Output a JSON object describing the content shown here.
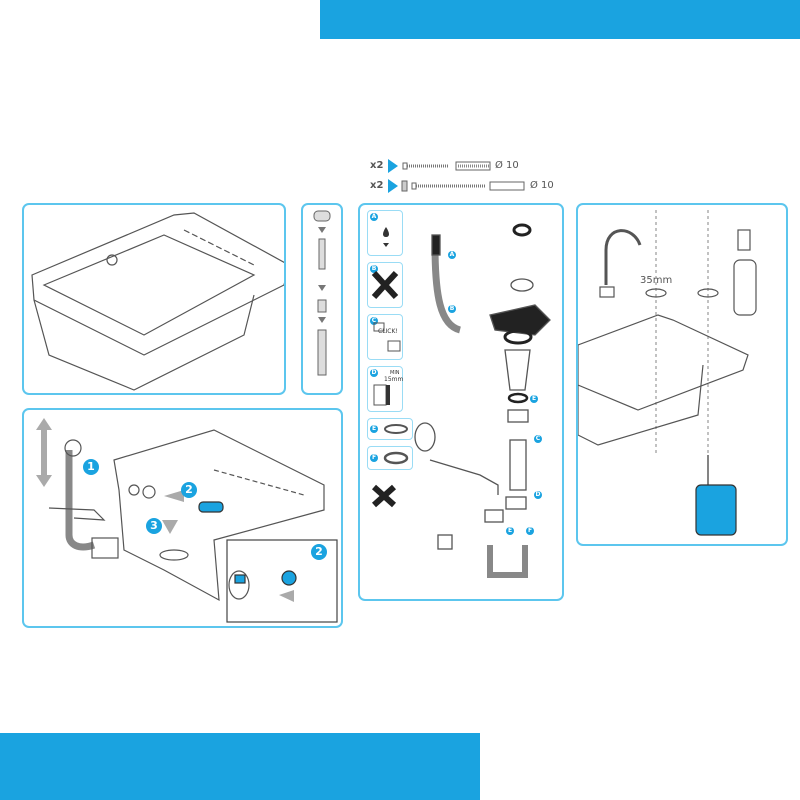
{
  "colors": {
    "accent": "#1aa3e0",
    "panel_border": "#5cc6ee"
  },
  "hardware": [
    {
      "quantity": "x2",
      "diameter": "Ø 10"
    },
    {
      "quantity": "x2",
      "diameter": "Ø 10"
    }
  ],
  "steps": {
    "one": "1",
    "two": "2",
    "three": "3",
    "detail_two": "2"
  },
  "part_labels": [
    "A",
    "B",
    "C",
    "D",
    "E",
    "F"
  ],
  "drain_steps": {
    "click_label": "CLICK!",
    "min_label": "MIN",
    "min_value": "15mm"
  },
  "faucet": {
    "hole_diameter": "35mm"
  },
  "icons": [
    "arrow-right-icon",
    "screw-icon",
    "wall-plug-icon",
    "cross-icon",
    "double-arrow-icon",
    "drill-icon",
    "rotate-icon"
  ]
}
